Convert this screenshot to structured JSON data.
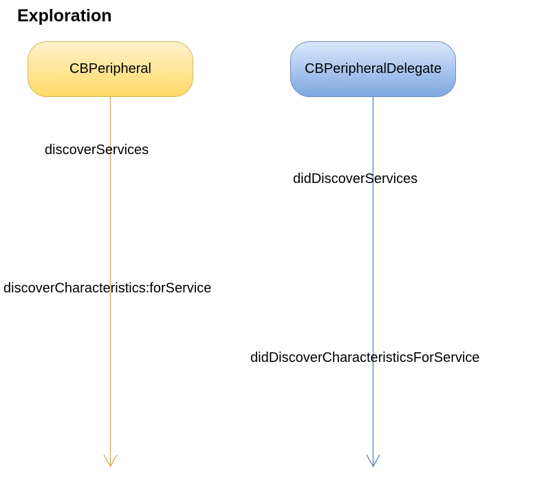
{
  "title": "Exploration",
  "colors": {
    "left_fill_top": "#fff2cc",
    "left_fill_bottom": "#ffd966",
    "left_stroke": "#d6b656",
    "right_fill_top": "#dae8fc",
    "right_fill_bottom": "#7ea6e0",
    "right_stroke": "#6c8ebf"
  },
  "nodes": [
    {
      "label": "CBPeripheral"
    },
    {
      "label": "CBPeripheralDelegate"
    }
  ],
  "left_messages": [
    {
      "label": "discoverServices"
    },
    {
      "label": "discoverCharacteristics:forService"
    }
  ],
  "right_messages": [
    {
      "label": "didDiscoverServices"
    },
    {
      "label": "didDiscoverCharacteristicsForService"
    }
  ]
}
